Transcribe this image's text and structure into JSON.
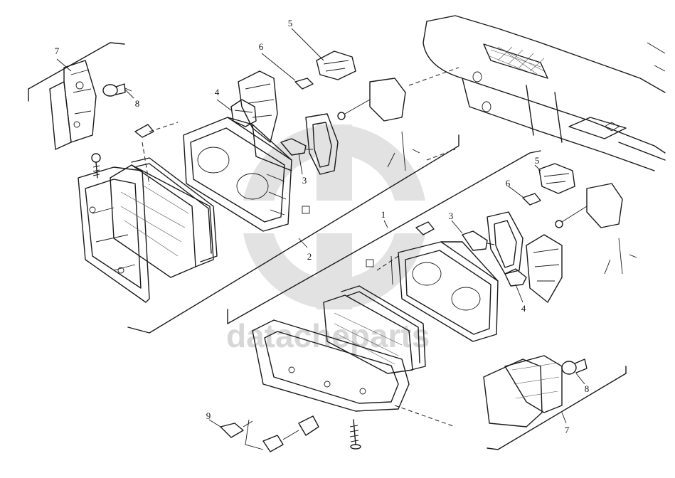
{
  "diagram": {
    "type": "exploded-parts-diagram",
    "line_color": "#1a1a1a",
    "callouts": [
      "5",
      "6",
      "7",
      "8",
      "4",
      "3",
      "2",
      "1",
      "5",
      "6",
      "3",
      "4",
      "8",
      "7",
      "9"
    ]
  },
  "watermark": {
    "text": "datacheparts",
    "color": "#bdbdbd"
  }
}
